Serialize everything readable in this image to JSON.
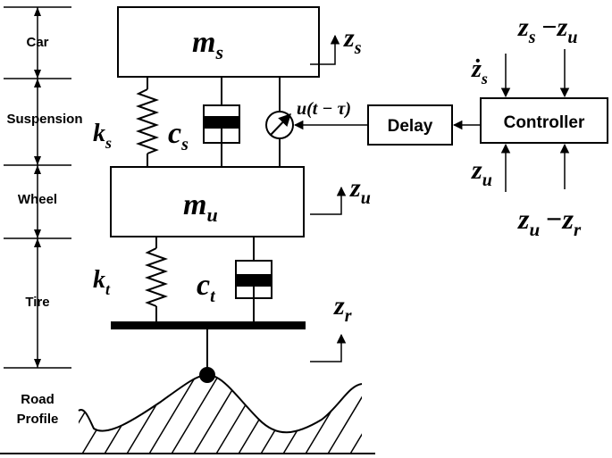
{
  "levels": {
    "car": "Car",
    "suspension": "Suspension",
    "wheel": "Wheel",
    "tire": "Tire",
    "road_line1": "Road",
    "road_line2": "Profile"
  },
  "masses": {
    "sprung": "m",
    "sprung_sub": "s",
    "unsprung": "m",
    "unsprung_sub": "u"
  },
  "elements": {
    "ks": "k",
    "ks_sub": "s",
    "cs": "c",
    "cs_sub": "s",
    "kt": "k",
    "kt_sub": "t",
    "ct": "c",
    "ct_sub": "t"
  },
  "displacements": {
    "zs": "z",
    "zs_sub": "s",
    "zu": "z",
    "zu_sub": "u",
    "zr": "z",
    "zr_sub": "r"
  },
  "actuator_signal": "u(t − τ)",
  "blocks": {
    "delay": "Delay",
    "controller": "Controller"
  },
  "controller_inputs": {
    "rel_top_a": "z",
    "rel_top_a_sub": "s",
    "rel_top_op": "−",
    "rel_top_b": "z",
    "rel_top_b_sub": "u",
    "zs_dot": "ż",
    "zs_dot_sub": "s",
    "zu": "z",
    "zu_sub": "u",
    "rel_bot_a": "z",
    "rel_bot_a_sub": "u",
    "rel_bot_op": "−",
    "rel_bot_b": "z",
    "rel_bot_b_sub": "r"
  }
}
